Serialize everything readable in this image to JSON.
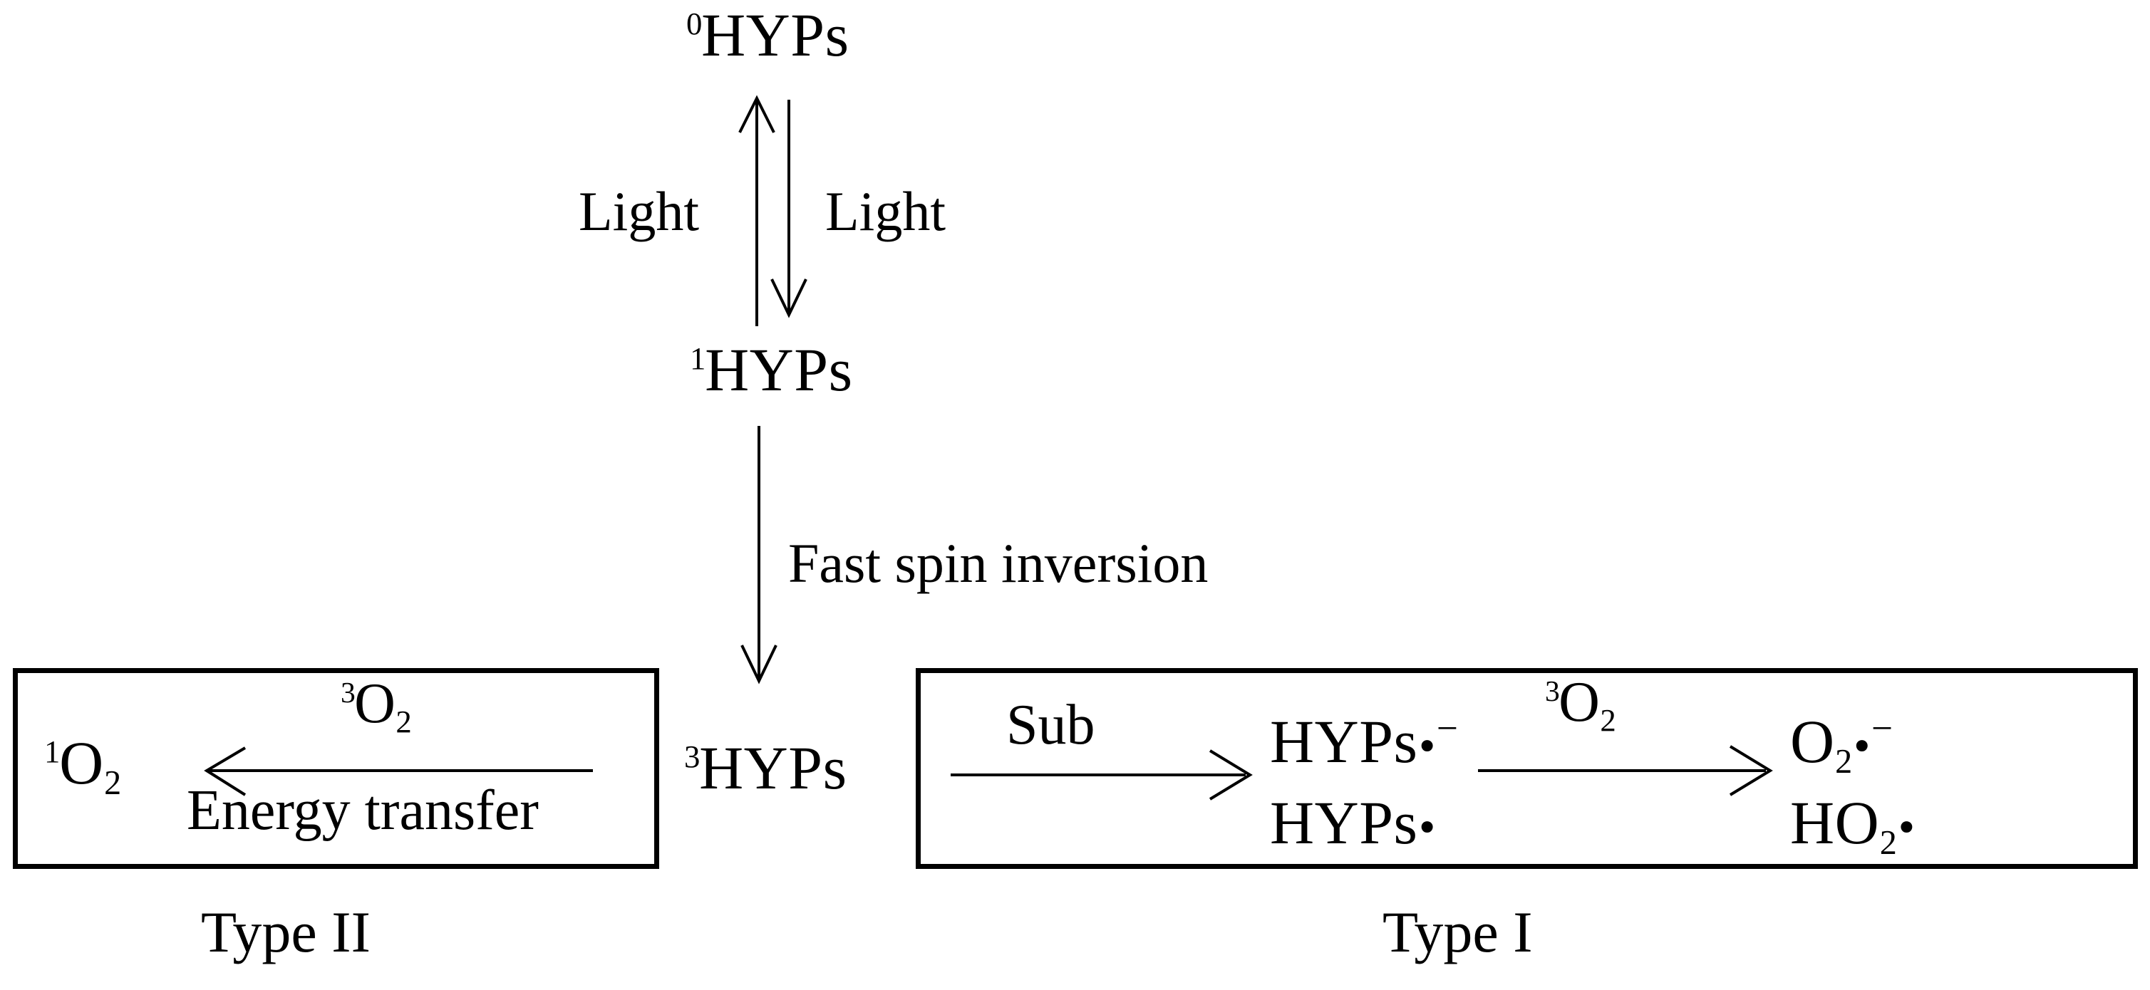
{
  "diagram": {
    "title_absent": true,
    "background_color": "#ffffff",
    "ink_color": "#000000"
  },
  "nodes": {
    "ground_state": {
      "superscript": "0",
      "name": "HYPs",
      "full": "0HYPs"
    },
    "singlet_excited": {
      "superscript": "1",
      "name": "HYPs",
      "full": "1HYPs"
    },
    "triplet_excited": {
      "superscript": "3",
      "name": "HYPs",
      "full": "3HYPs"
    }
  },
  "transitions": {
    "excitation_label": "Light",
    "emission_label": "Light",
    "intersystem_crossing_label": "Fast spin inversion"
  },
  "type2": {
    "caption": "Type II",
    "product": {
      "superscript": "1",
      "name": "O",
      "subscript": "2",
      "full": "1O2"
    },
    "reagent_above_arrow": {
      "superscript": "3",
      "name": "O",
      "subscript": "2",
      "full": "3O2"
    },
    "label_below_arrow": "Energy transfer",
    "arrow_direction": "left"
  },
  "type1": {
    "caption": "Type I",
    "first_arrow_label": "Sub",
    "first_arrow_direction": "right",
    "radical_products": [
      {
        "name": "HYPs",
        "dot": "•",
        "charge": "−",
        "full": "HYPs•−"
      },
      {
        "name": "HYPs",
        "dot": "•",
        "charge": "",
        "full": "HYPs•"
      }
    ],
    "second_arrow_label": {
      "superscript": "3",
      "name": "O",
      "subscript": "2",
      "full": "3O2"
    },
    "second_arrow_direction": "right",
    "oxygen_products": [
      {
        "name": "O",
        "subscript": "2",
        "dot": "•",
        "charge": "−",
        "full": "O2•−"
      },
      {
        "name": "HO",
        "subscript": "2",
        "dot": "•",
        "charge": "",
        "full": "HO2•"
      }
    ]
  }
}
